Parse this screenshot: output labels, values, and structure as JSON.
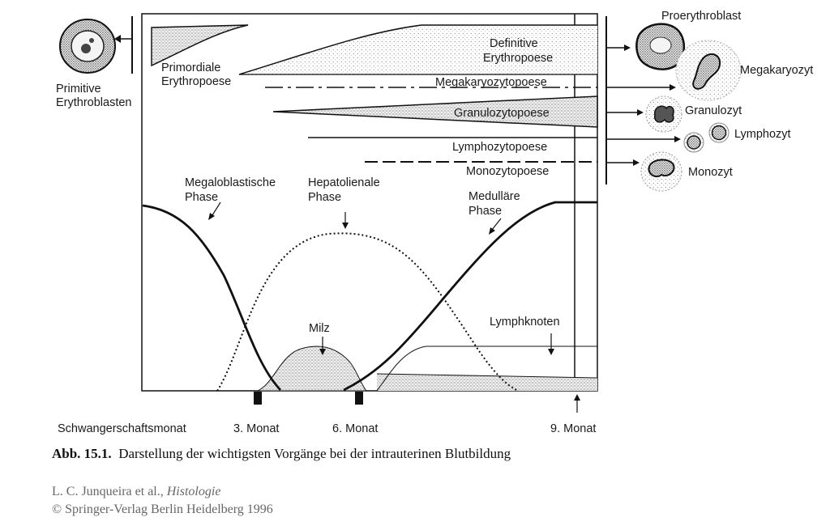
{
  "figure": {
    "cells": {
      "primitive": [
        "Primitive",
        "Erythroblasten"
      ],
      "proerythroblast": "Proerythroblast",
      "megakaryozyt": "Megakaryozyt",
      "granulozyt": "Granulozyt",
      "lymphozyt": "Lymphozyt",
      "monozyt": "Monozyt"
    },
    "lineages": {
      "primordiale": [
        "Primordiale",
        "Erythropoese"
      ],
      "definitive": [
        "Definitive",
        "Erythropoese"
      ],
      "megakaryozytopoese": "Megakaryozytopoese",
      "granulozytopoese": "Granulozytopoese",
      "lymphozytopoese": "Lymphozytopoese",
      "monozytopoese": "Monozytopoese"
    },
    "phases": {
      "megaloblastische": [
        "Megaloblastische",
        "Phase"
      ],
      "hepatolienale": [
        "Hepatolienale",
        "Phase"
      ],
      "medullaere": [
        "Medulläre",
        "Phase"
      ],
      "milz": "Milz",
      "lymphknoten": "Lymphknoten"
    },
    "axis": {
      "label": "Schwangerschaftsmonat",
      "ticks": [
        "3. Monat",
        "6. Monat",
        "9. Monat"
      ]
    }
  },
  "caption": {
    "number": "Abb. 15.1.",
    "text": "Darstellung der wichtigsten Vorgänge bei der intrauterinen Blutbildung"
  },
  "credits": {
    "authors": "L. C. Junqueira et al.,",
    "book": "Histologie",
    "publisher": "© Springer-Verlag Berlin Heidelberg 1996"
  }
}
